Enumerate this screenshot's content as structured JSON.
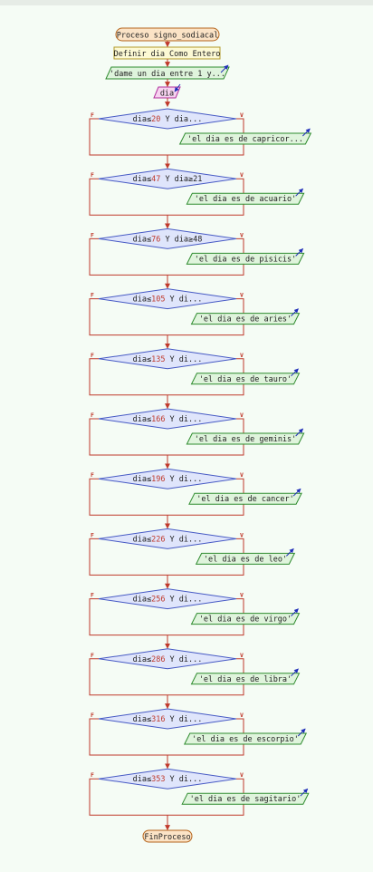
{
  "title": "Proceso signo_sodiacal",
  "define": "Definir dia Como Entero",
  "prompt": "'dame un dia entre 1 y...",
  "read_var": "dia",
  "end": "FinProceso",
  "true_label": "V",
  "false_label": "F",
  "colors": {
    "flow_line": "#c0392b",
    "terminal_fill": "#fbe3c6",
    "terminal_border": "#b5651d",
    "define_fill": "#fcf9d4",
    "define_border": "#b29a2b",
    "io_fill": "#dff4dc",
    "io_border": "#2e8b2e",
    "read_fill": "#f7d2f0",
    "read_border": "#b0309c",
    "decision_fill": "#dfe5fb",
    "decision_border": "#4659c4",
    "number": "#c0392b"
  },
  "decisions": [
    {
      "cond_prefix": "dia≤",
      "cond_num": "20",
      "cond_suffix": " Y dia...",
      "output": "'el dia es de capricor..."
    },
    {
      "cond_prefix": "dia≤",
      "cond_num": "47",
      "cond_suffix": " Y dia≥21",
      "output": "'el dia es de acuario'"
    },
    {
      "cond_prefix": "dia≤",
      "cond_num": "76",
      "cond_suffix": " Y dia≥48",
      "output": "'el dia es de pisicis'"
    },
    {
      "cond_prefix": "dia≤",
      "cond_num": "105",
      "cond_suffix": " Y di...",
      "output": "'el dia es de aries'"
    },
    {
      "cond_prefix": "dia≤",
      "cond_num": "135",
      "cond_suffix": " Y di...",
      "output": "'el dia es de tauro'"
    },
    {
      "cond_prefix": "dia≤",
      "cond_num": "166",
      "cond_suffix": " Y di...",
      "output": "'el dia es de geminis'"
    },
    {
      "cond_prefix": "dia≤",
      "cond_num": "196",
      "cond_suffix": " Y di...",
      "output": "'el dia es de cancer'"
    },
    {
      "cond_prefix": "dia≤",
      "cond_num": "226",
      "cond_suffix": " Y di...",
      "output": "'el dia es de leo'"
    },
    {
      "cond_prefix": "dia≤",
      "cond_num": "256",
      "cond_suffix": " Y di...",
      "output": "'el dia es de virgo'"
    },
    {
      "cond_prefix": "dia≤",
      "cond_num": "286",
      "cond_suffix": " Y di...",
      "output": "'el dia es de libra'"
    },
    {
      "cond_prefix": "dia≤",
      "cond_num": "316",
      "cond_suffix": " Y di...",
      "output": "'el dia es de escorpio'"
    },
    {
      "cond_prefix": "dia≤",
      "cond_num": "353",
      "cond_suffix": " Y di...",
      "output": "'el dia es de sagitario'"
    }
  ]
}
